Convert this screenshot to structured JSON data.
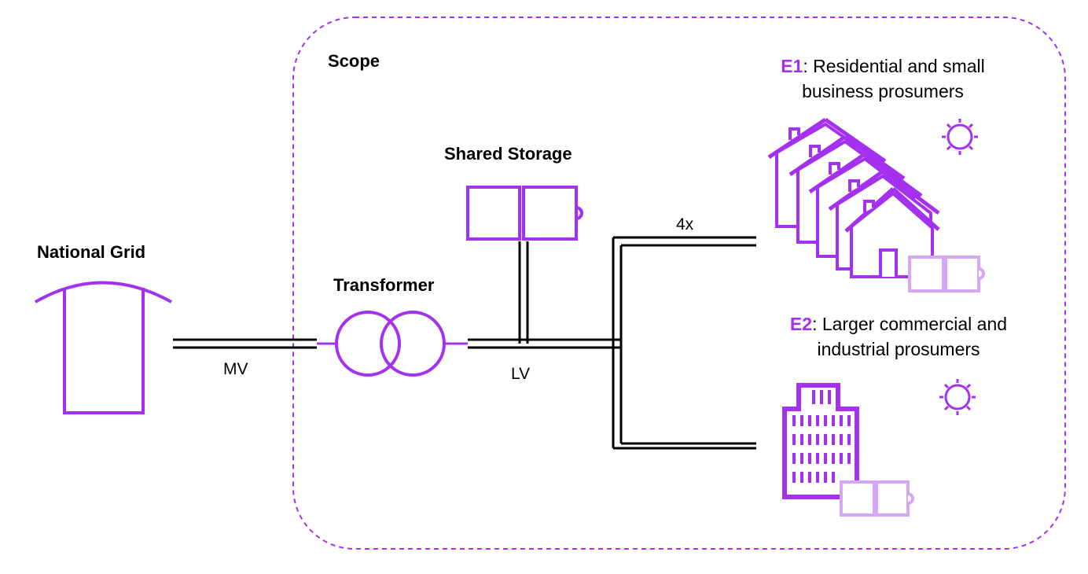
{
  "labels": {
    "scope": "Scope",
    "national_grid": "National Grid",
    "transformer": "Transformer",
    "shared_storage": "Shared Storage",
    "mv": "MV",
    "lv": "LV",
    "multiplier": "4x"
  },
  "groups": {
    "e1": {
      "tag": "E1",
      "line1": ": Residential and small",
      "line2": "business prosumers"
    },
    "e2": {
      "tag": "E2",
      "line1": ": Larger commercial and",
      "line2": "industrial prosumers"
    }
  },
  "colors": {
    "accent": "#a431f0",
    "accent_light": "#d4a8f7",
    "line": "#000000",
    "scope_border": "#a431f0"
  },
  "icons": [
    "grid-substation-icon",
    "transformer-icon",
    "battery-icon",
    "house-icon",
    "office-building-icon",
    "sun-icon"
  ]
}
